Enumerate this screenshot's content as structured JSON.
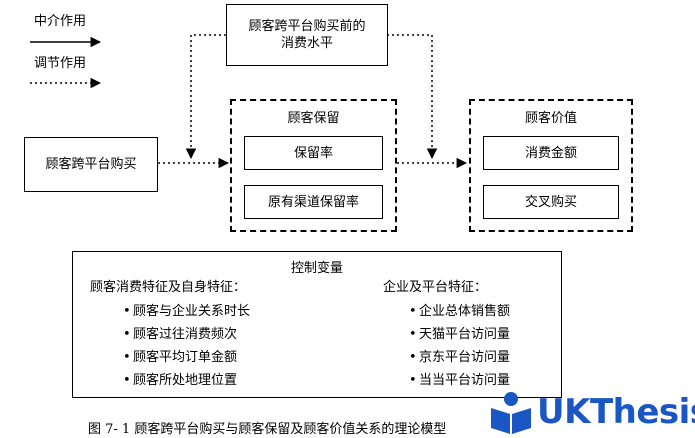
{
  "legend": {
    "mediation": "中介作用",
    "moderation": "调节作用"
  },
  "boxes": {
    "moderator": "顾客跨平台购买前的消费水平",
    "moderator_line1": "顾客跨平台购买前的",
    "moderator_line2": "消费水平",
    "independent": "顾客跨平台购买",
    "retention_group": "顾客保留",
    "retention_rate": "保留率",
    "original_channel_retention": "原有渠道保留率",
    "value_group": "顾客价值",
    "spending_amount": "消费金额",
    "cross_purchase": "交叉购买"
  },
  "controls": {
    "title": "控制变量",
    "customer_heading": "顾客消费特征及自身特征：",
    "customer_items": [
      "顾客与企业关系时长",
      "顾客过往消费频次",
      "顾客平均订单金额",
      "顾客所处地理位置"
    ],
    "platform_heading": "企业及平台特征：",
    "platform_items": [
      "企业总体销售额",
      "天猫平台访问量",
      "京东平台访问量",
      "当当平台访问量"
    ]
  },
  "caption": "图 7- 1  顾客跨平台购买与顾客保留及顾客价值关系的理论模型",
  "watermark": {
    "text": "UKThesis",
    "color": "#1a56c4"
  },
  "icons": {
    "watermark_logo": "book-reader-icon"
  }
}
